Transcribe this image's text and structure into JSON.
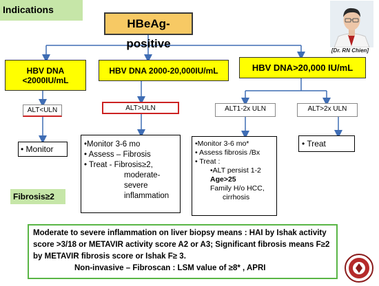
{
  "title": "Indications",
  "root": "HBeAg-positive",
  "branches": {
    "left": {
      "line1": "HBV DNA",
      "line2": "<2000IU/mL"
    },
    "middle": "HBV DNA 2000-20,000IU/mL",
    "right": "HBV DNA>20,000 IU/mL"
  },
  "alt": {
    "left": "ALT<ULN",
    "middle": "ALT>ULN",
    "right1": "ALT1-2x ULN",
    "right2": "ALT>2x ULN"
  },
  "outcomes": {
    "left": "• Monitor",
    "middle": {
      "l1": "•Monitor  3-6 mo",
      "l2": "•   Assess – Fibrosis",
      "l3": "•   Treat - Fibrosis≥2,",
      "l4": "moderate-",
      "l5": "severe",
      "l6": "inflammation"
    },
    "right1": {
      "l1": "•Monitor 3-6 mo*",
      "l2": "•  Assess fibrosis /Bx",
      "l3": "•  Treat :",
      "l4": "•ALT persist 1-2",
      "l5": "Age>25",
      "l6": "Family H/o HCC,",
      "l7": "cirrhosis"
    },
    "right2": "•  Treat"
  },
  "fibrosis_label": "Fibrosis≥2",
  "note": {
    "p1": "Moderate to severe inflammation on liver biopsy means : HAI  by Ishak activity score >3/18 or METAVIR activity score A2 or A3; Significant fibrosis means F≥2 by METAVIR fibrosis score or  Ishak F≥ 3.",
    "p2": "Non-invasive – Fibroscan : LSM value of  ≥8* ,  APRI"
  },
  "photo_caption": "[Dr. RN Chien]",
  "colors": {
    "green_label": "#c6e6a8",
    "root": "#f7c964",
    "branch": "#ffff00",
    "arrow": "#3f6db4",
    "note_border": "#59b545"
  }
}
